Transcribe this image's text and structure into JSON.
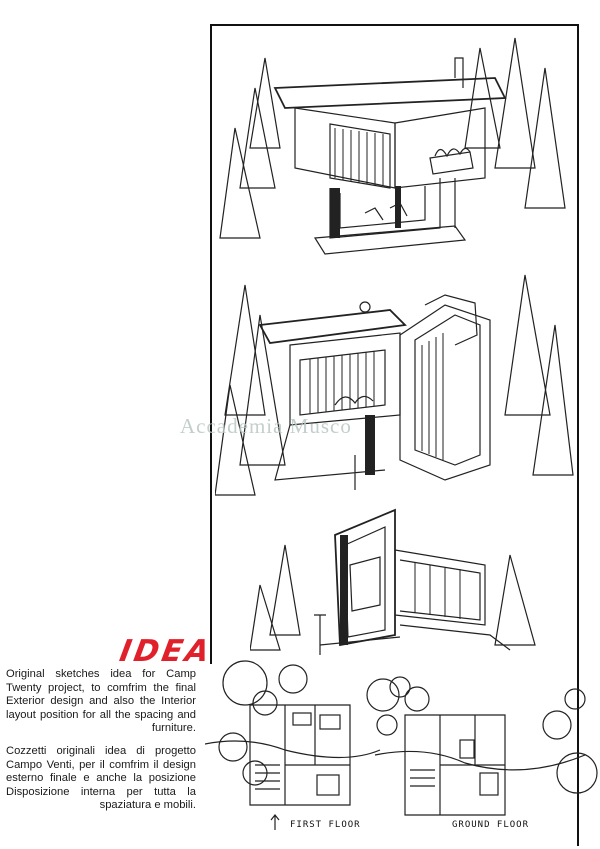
{
  "idea": {
    "title": "IDEA",
    "accent_color": "#e0202a"
  },
  "description_en": "Original sketches idea for Camp Twenty project, to comfrim the final Exterior design and also the Interior layout position for all the spacing and furniture.",
  "description_it": "Cozzetti originali idea di progetto Campo Venti, per il comfrim il design esterno finale e anche la posizione Disposizione interna per tutta la spaziatura e mobili.",
  "watermark": "Accademia Musco",
  "plans": {
    "first_floor_label": "FIRST FLOOR",
    "ground_floor_label": "GROUND FLOOR"
  }
}
